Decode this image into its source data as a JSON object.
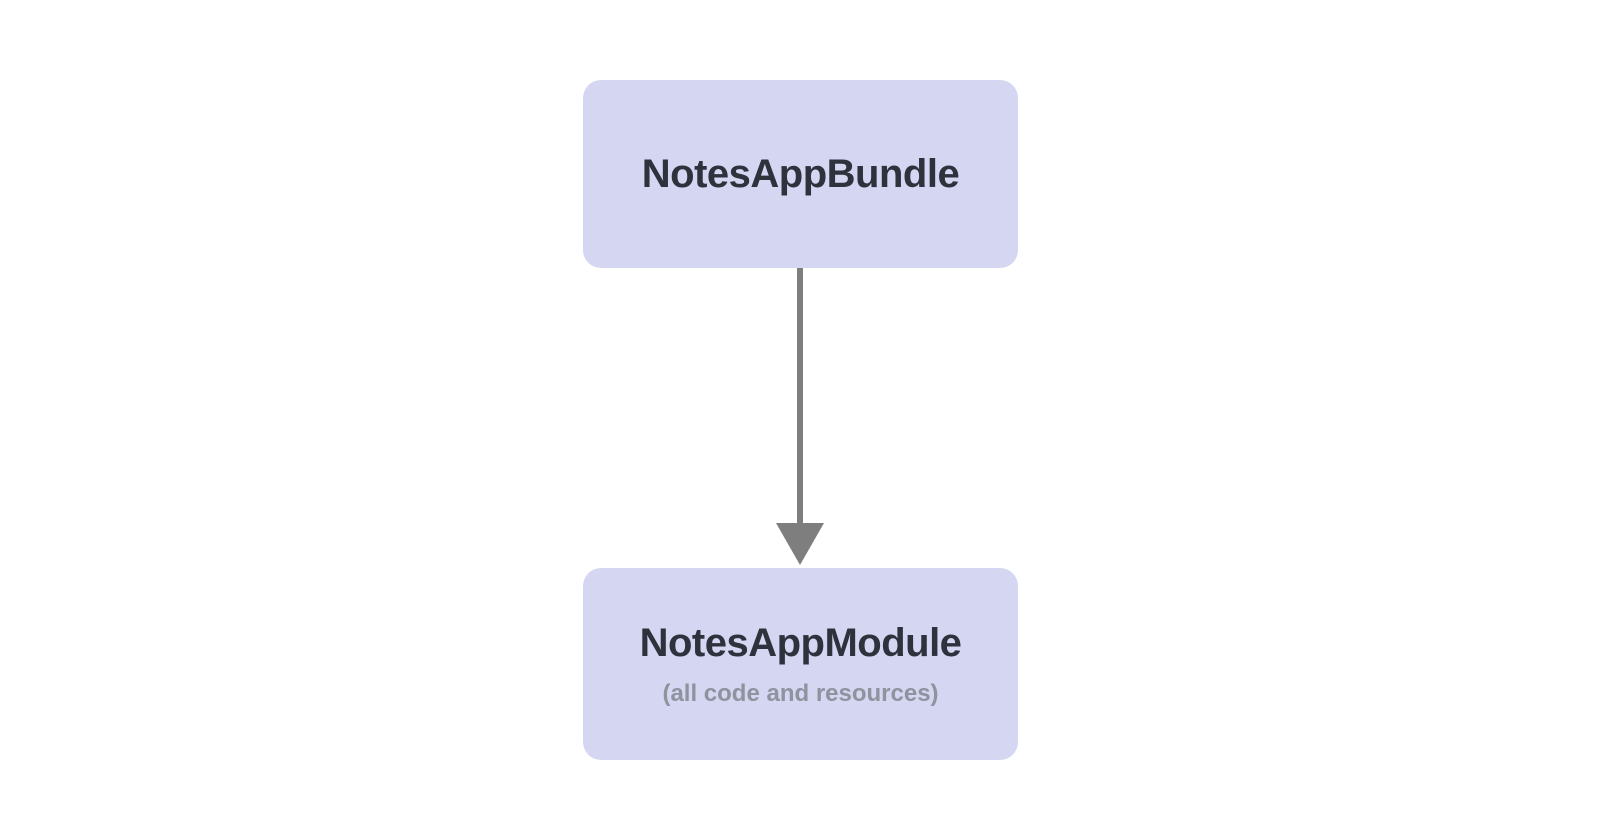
{
  "diagram": {
    "nodes": [
      {
        "id": "notes-app-bundle",
        "label": "NotesAppBundle"
      },
      {
        "id": "notes-app-module",
        "label": "NotesAppModule",
        "sublabel": "(all code and resources)"
      }
    ],
    "edge": {
      "from": "notes-app-bundle",
      "to": "notes-app-module",
      "direction": "down"
    },
    "colors": {
      "background": "#ffffff",
      "node_fill": "#d4d6f2",
      "node_title": "#2e323c",
      "node_subtitle": "#8e939e",
      "arrow": "#7e7e7e"
    }
  }
}
